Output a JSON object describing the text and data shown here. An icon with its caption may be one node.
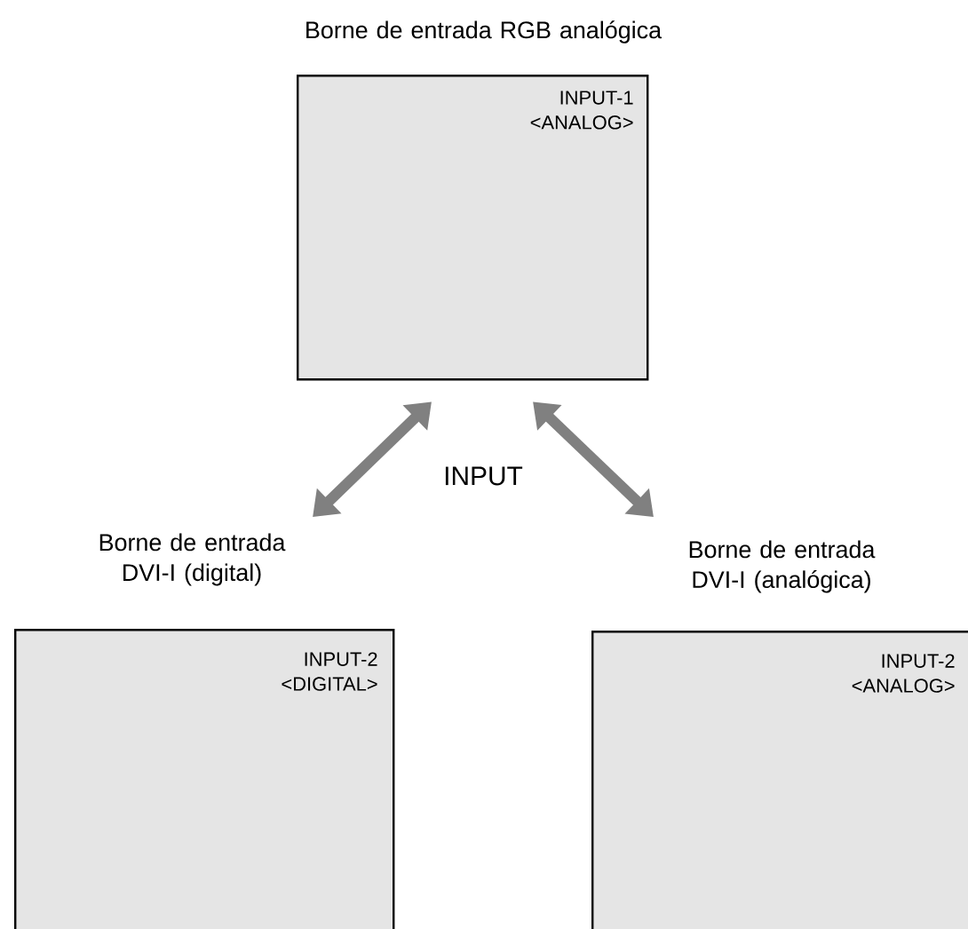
{
  "diagram": {
    "nodes": [
      {
        "text": [
          "Borne de entrada RGB analógica",
          "INPUT-1 <ANALOG>"
        ]
      },
      {
        "text": [
          "Borne de entrada DVI-I (digital)",
          "INPUT-2 <DIGITAL>"
        ]
      },
      {
        "text": [
          "Borne de entrada DVI-I (analógica)",
          "INPUT-2 <ANALOG>"
        ]
      }
    ],
    "edges": [
      {
        "from": 0,
        "to": 1,
        "arrow": "both"
      },
      {
        "from": 0,
        "to": 2,
        "arrow": "both"
      }
    ],
    "labels": [
      "INPUT"
    ]
  }
}
